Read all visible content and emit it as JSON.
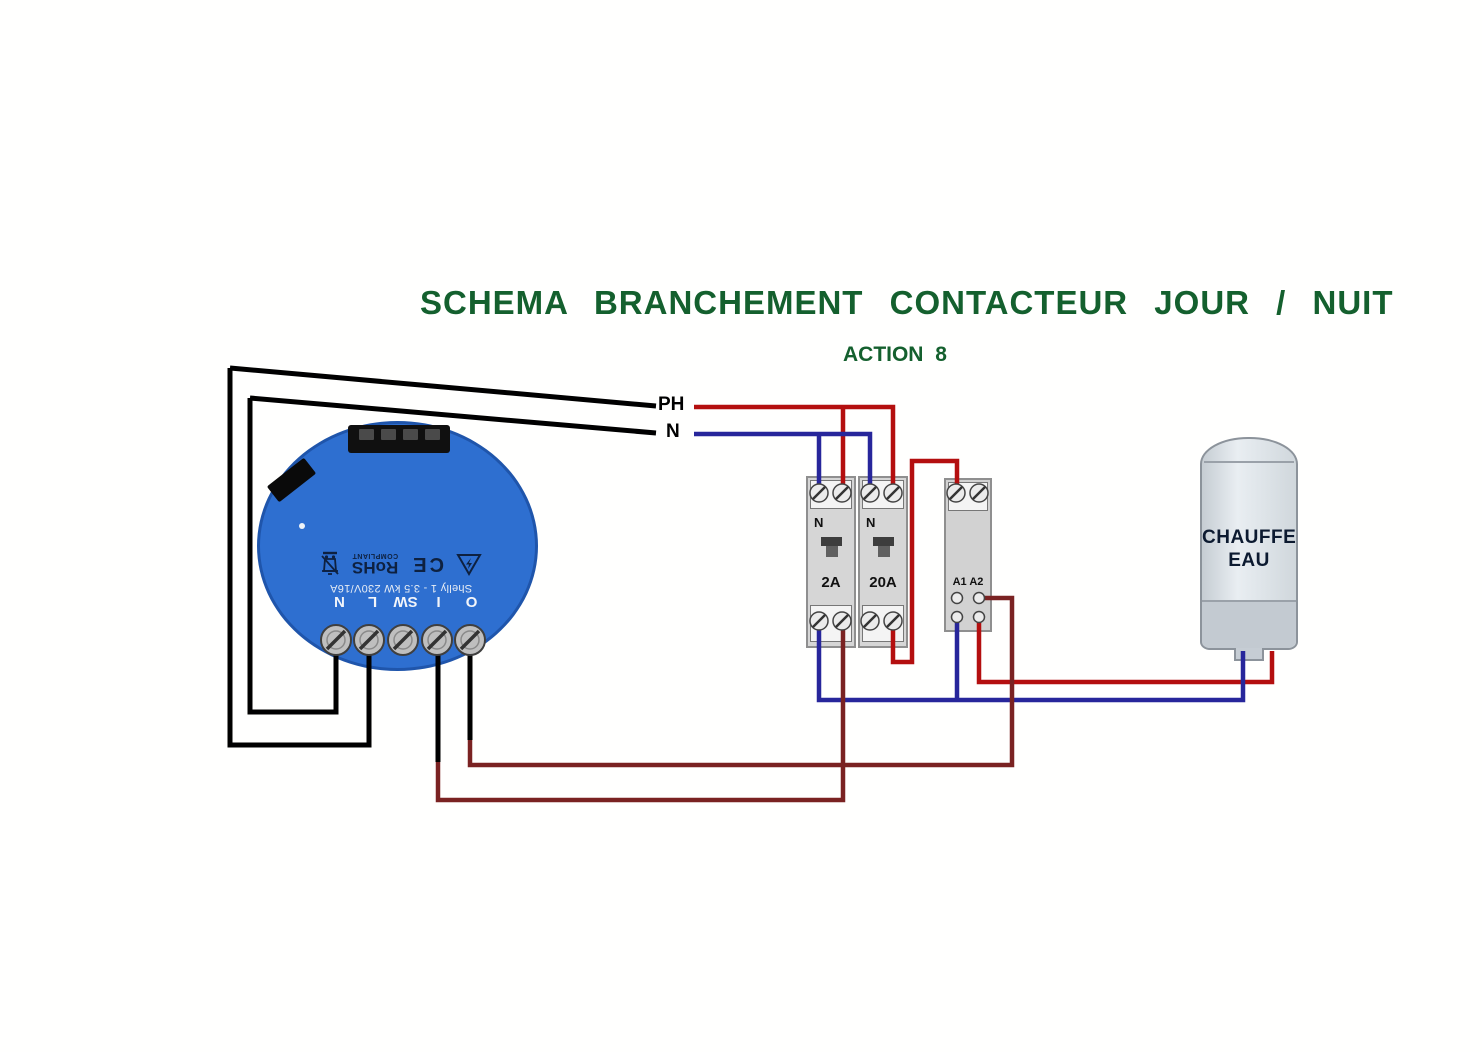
{
  "title": "SCHEMA BRANCHEMENT CONTACTEUR JOUR / NUIT",
  "subtitle": "ACTION 8",
  "wire_labels": {
    "phase": "PH",
    "neutral": "N"
  },
  "shelly": {
    "rohs": "RoHS",
    "rohs_sub": "COMPLIANT",
    "ce_mark": "CE",
    "model": "Shelly 1 - 3.5 kW 230V/16A",
    "terminals": [
      "N",
      "L",
      "SW",
      "I",
      "O"
    ]
  },
  "breaker_2a": {
    "top_label": "N",
    "rating": "2A"
  },
  "breaker_20a": {
    "top_label": "N",
    "rating": "20A"
  },
  "contactor": {
    "coil_label": "A1 A2"
  },
  "water_heater": {
    "line1": "CHAUFFE",
    "line2": "EAU"
  },
  "colors": {
    "title_green": "#14602e",
    "shelly_blue": "#2e6fd0",
    "wire_black": "#000000",
    "wire_red": "#b40f0f",
    "wire_blue": "#27269b",
    "wire_brown": "#7a2222"
  }
}
